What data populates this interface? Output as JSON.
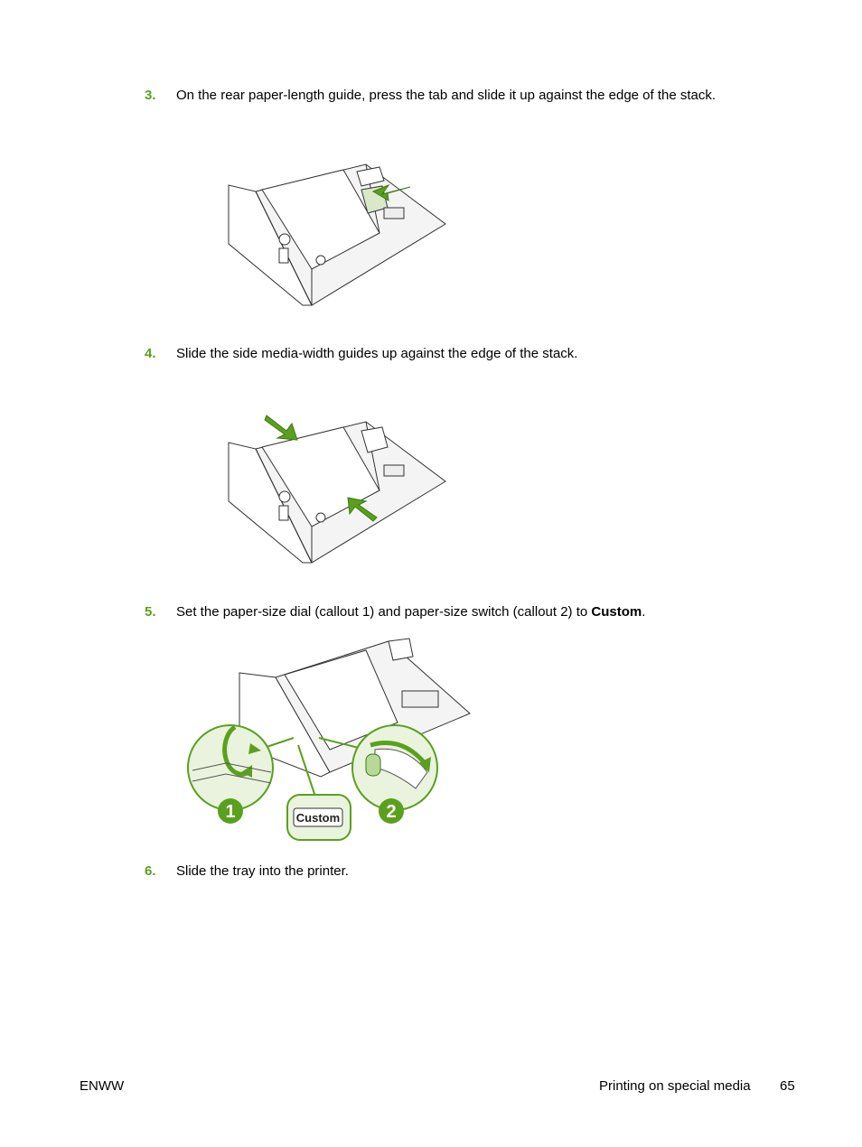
{
  "steps": [
    {
      "number": "3.",
      "text": "On the rear paper-length guide, press the tab and slide it up against the edge of the stack."
    },
    {
      "number": "4.",
      "text": "Slide the side media-width guides up against the edge of the stack."
    },
    {
      "number": "5.",
      "text_before": "Set the paper-size dial (callout 1) and paper-size switch (callout 2) to ",
      "text_bold": "Custom",
      "text_after": "."
    },
    {
      "number": "6.",
      "text": "Slide the tray into the printer."
    }
  ],
  "figure3": {
    "callout_1": "1",
    "callout_2": "2",
    "dial_label": "Custom"
  },
  "footer": {
    "left": "ENWW",
    "section": "Printing on special media",
    "page": "65"
  },
  "colors": {
    "accent_green": "#5aa01e",
    "callout_bg": "#eaf3dd"
  }
}
